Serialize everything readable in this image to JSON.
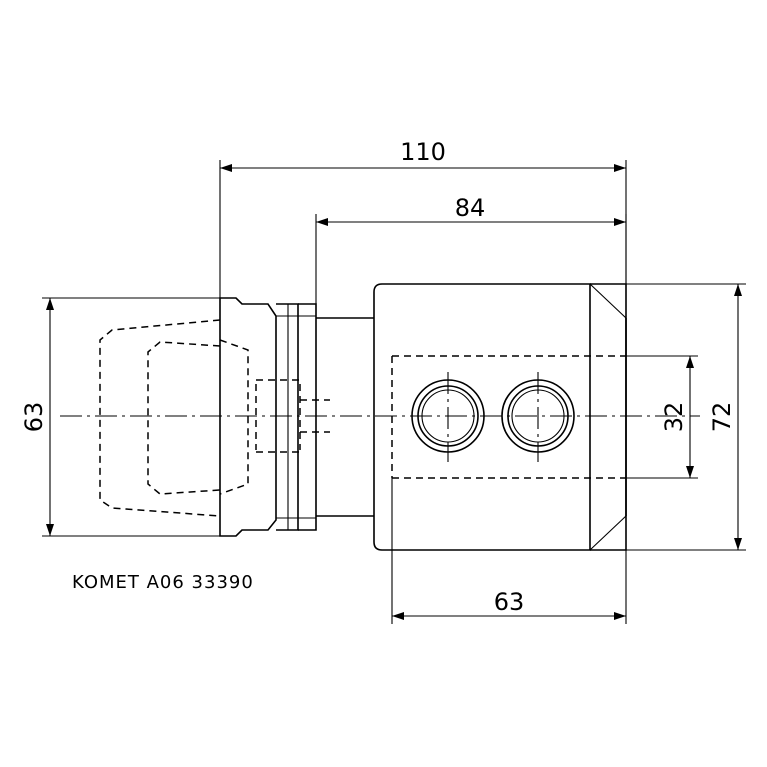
{
  "dimensions": {
    "overall_length": "110",
    "body_length": "84",
    "shank_diameter": "63",
    "hole_spacing": "32",
    "body_height": "72",
    "body_width": "63"
  },
  "caption": "KOMET A06 33390"
}
